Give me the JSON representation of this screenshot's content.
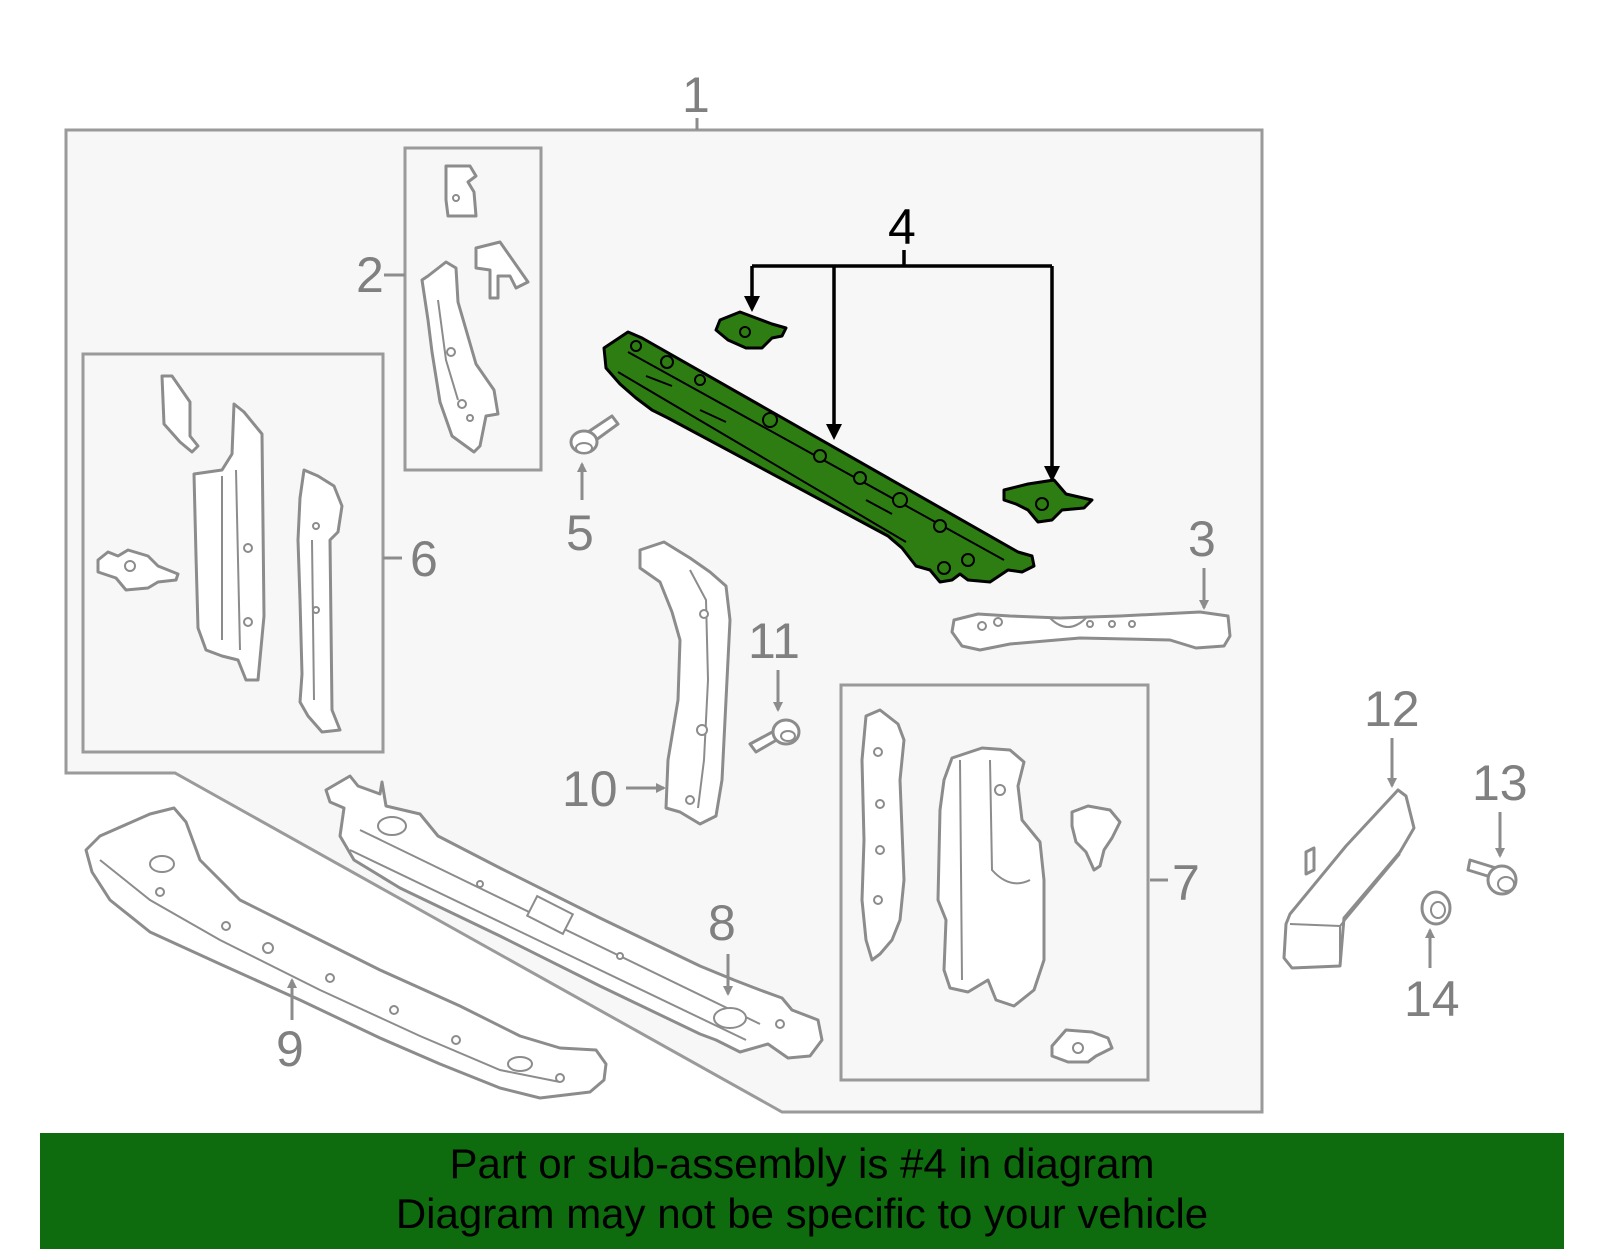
{
  "callouts": {
    "c1": "1",
    "c2": "2",
    "c3": "3",
    "c4": "4",
    "c5": "5",
    "c6": "6",
    "c7": "7",
    "c8": "8",
    "c9": "9",
    "c10": "10",
    "c11": "11",
    "c12": "12",
    "c13": "13",
    "c14": "14"
  },
  "highlight": {
    "part": "4",
    "color": "#2e7d12"
  },
  "banner": {
    "line1": "Part or sub-assembly is #4 in diagram",
    "line2": "Diagram may not be specific to your vehicle",
    "background": "#0e6b0e"
  }
}
